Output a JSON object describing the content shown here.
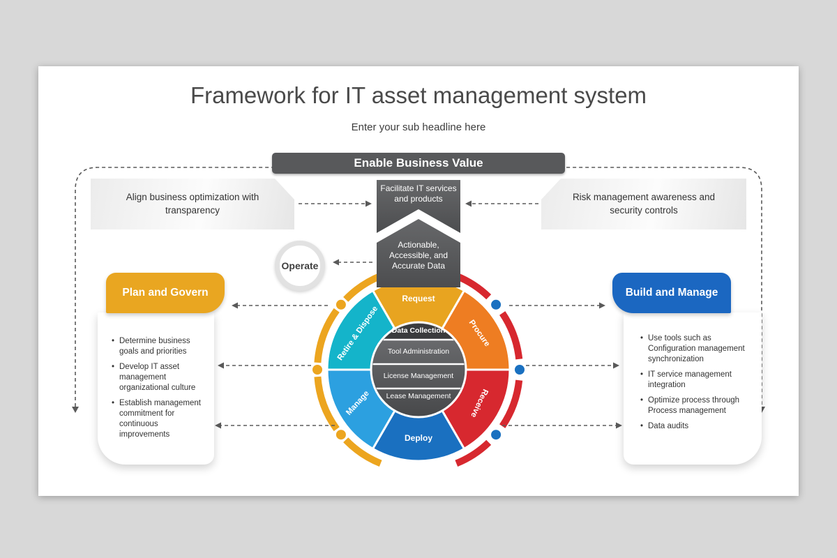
{
  "slide": {
    "title": "Framework for IT asset management system",
    "subtitle": "Enter your sub headline here"
  },
  "banner": {
    "label": "Enable Business Value",
    "color": "#58595b"
  },
  "callouts": {
    "left": "Align business optimization with transparency",
    "right": "Risk management awareness and security controls"
  },
  "center_stack": {
    "top": "Facilitate IT services and products",
    "middle": "Actionable, Accessible, and Accurate Data"
  },
  "operate": {
    "label": "Operate"
  },
  "wheel": {
    "segments": [
      {
        "label": "Request",
        "color": "#E8A420"
      },
      {
        "label": "Procure",
        "color": "#EE7D22"
      },
      {
        "label": "Receive",
        "color": "#D7282F"
      },
      {
        "label": "Deploy",
        "color": "#1A70C0"
      },
      {
        "label": "Manage",
        "color": "#2CA0E0"
      },
      {
        "label": "Retire & Dispose",
        "color": "#14B4CA"
      }
    ],
    "hub_rows": [
      "Data Collection",
      "Tool Administration",
      "License Management",
      "Lease Management"
    ],
    "arc_left_color": "#ECA51F",
    "arc_right_color": "#D7282F",
    "dot_left_color": "#ECA51F",
    "dot_right_color": "#1A70C0"
  },
  "panels": {
    "left": {
      "title": "Plan and Govern",
      "color": "#E9A621",
      "items": [
        "Determine business goals and priorities",
        "Develop IT asset management organizational culture",
        "Establish management commitment for continuous improvements"
      ]
    },
    "right": {
      "title": "Build and Manage",
      "color": "#1B67C1",
      "items": [
        "Use tools such as Configuration management synchronization",
        "IT service management integration",
        "Optimize process through Process management",
        "Data audits"
      ]
    }
  }
}
